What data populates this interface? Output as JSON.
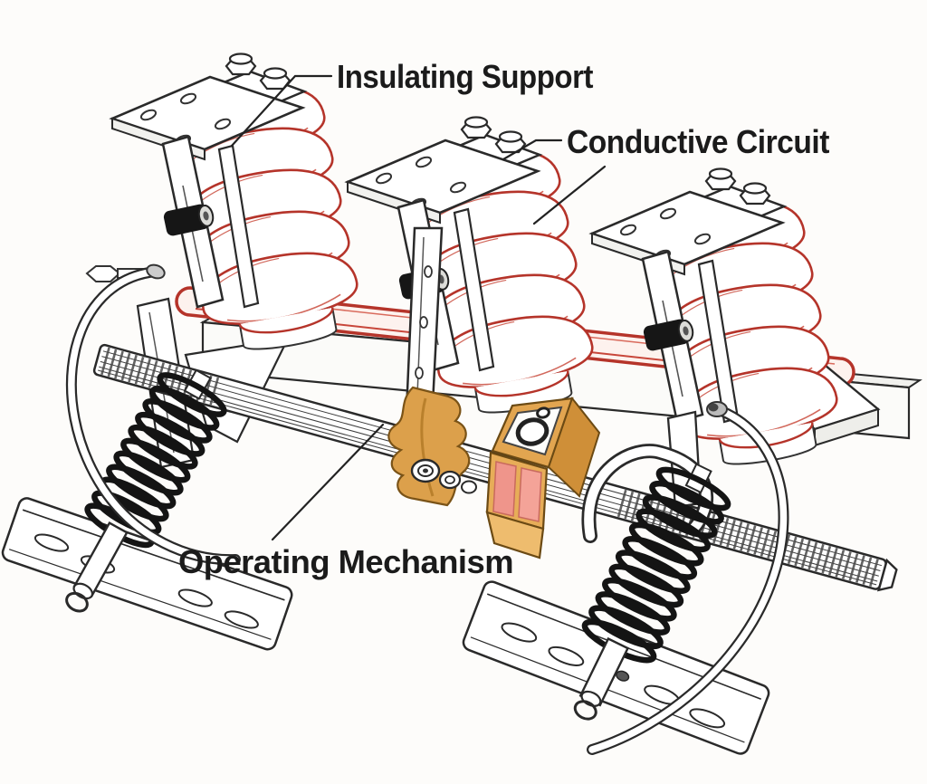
{
  "labels": {
    "insulating_support": "Insulating Support",
    "conductive_circuit": "Conductive Circuit",
    "operating_mechanism": "Operating Mechanism"
  },
  "colors": {
    "background": "#fdfcfa",
    "linework": "#2a2a2a",
    "text": "#1b1b1b",
    "insulator_red": "#b5342a",
    "insulator_red_light": "#d2685c",
    "conductor_fill": "#fdf2ee",
    "gold": "#dca04b",
    "gold_light": "#eebc6e",
    "gold_dark": "#c08a36",
    "pink_panel": "#ef958b",
    "pink_panel_light": "#f4a398",
    "spring_black": "#141414",
    "metal_white": "#ffffff",
    "metal_shade": "#f1f1ee"
  }
}
